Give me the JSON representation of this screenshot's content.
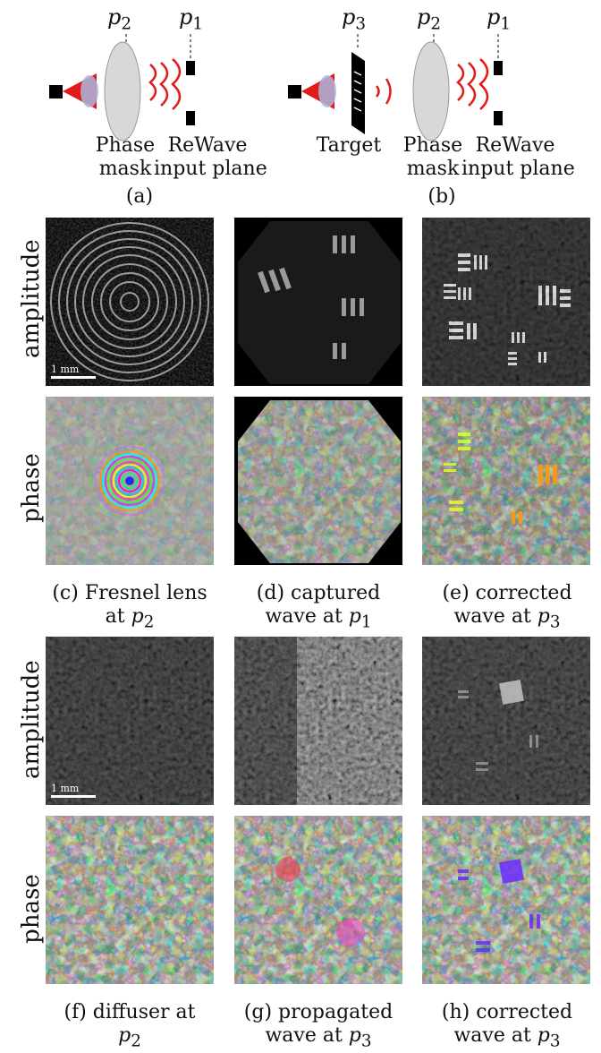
{
  "diagram_a": {
    "p2": "p",
    "p2_sub": "2",
    "p1": "p",
    "p1_sub": "1",
    "phase_mask": [
      "Phase",
      "mask"
    ],
    "rewave": [
      "ReWave",
      "input plane"
    ],
    "caption": "(a)"
  },
  "diagram_b": {
    "p3": "p",
    "p3_sub": "3",
    "p2": "p",
    "p2_sub": "2",
    "p1": "p",
    "p1_sub": "1",
    "target": "Target",
    "phase_mask": [
      "Phase",
      "mask"
    ],
    "rewave": [
      "ReWave",
      "input plane"
    ],
    "caption": "(b)"
  },
  "row_labels": {
    "amplitude": "amplitude",
    "phase": "phase"
  },
  "scalebar": "1 mm",
  "captions_top": [
    {
      "line1": "(c) Fresnel lens",
      "line2": "at ",
      "var": "p",
      "sub": "2"
    },
    {
      "line1": "(d) captured",
      "line2": "wave at ",
      "var": "p",
      "sub": "1"
    },
    {
      "line1": "(e) corrected",
      "line2": "wave at ",
      "var": "p",
      "sub": "3"
    }
  ],
  "captions_bottom": [
    {
      "line1": "(f) diffuser at",
      "line2": "",
      "var": "p",
      "sub": "2"
    },
    {
      "line1": "(g) propagated",
      "line2": "wave at ",
      "var": "p",
      "sub": "3"
    },
    {
      "line1": "(h) corrected",
      "line2": "wave at ",
      "var": "p",
      "sub": "3"
    }
  ]
}
